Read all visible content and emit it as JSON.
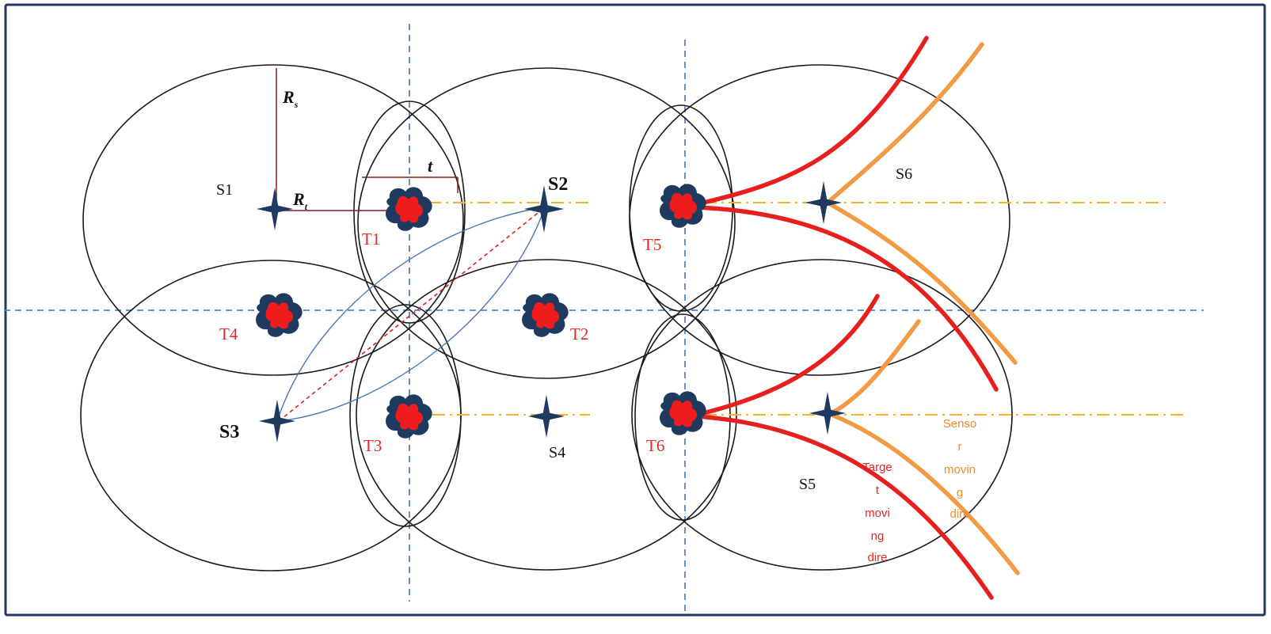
{
  "colors": {
    "circle": "#1a1a1a",
    "grid": "#5b84b8",
    "track": "#f0b429",
    "target_path": "#e81f1f",
    "sensor_path": "#f39a45",
    "sensor": "#1e3a5f",
    "target": "#ee1c1c"
  },
  "icons": {
    "sensor": "four-point-star",
    "target": "blob-target"
  },
  "labels": {
    "rs": "R",
    "rs_sub": "s",
    "rt": "R",
    "rt_sub": "t",
    "t_small": "t"
  },
  "sensors": [
    {
      "id": "s1",
      "label": "S1"
    },
    {
      "id": "s2",
      "label": "S2"
    },
    {
      "id": "s3",
      "label": "S3"
    },
    {
      "id": "s4",
      "label": "S4"
    },
    {
      "id": "s5",
      "label": "S5"
    },
    {
      "id": "s6",
      "label": "S6"
    }
  ],
  "targets": [
    {
      "id": "t1",
      "label": "T1"
    },
    {
      "id": "t2",
      "label": "T2"
    },
    {
      "id": "t3",
      "label": "T3"
    },
    {
      "id": "t4",
      "label": "T4"
    },
    {
      "id": "t5",
      "label": "T5"
    },
    {
      "id": "t6",
      "label": "T6"
    }
  ],
  "notes": {
    "target_moving": [
      "Targe",
      "t",
      "movi",
      "ng",
      "dire"
    ],
    "sensor_moving": [
      "Senso",
      "r",
      "movin",
      "g",
      "dire"
    ]
  }
}
